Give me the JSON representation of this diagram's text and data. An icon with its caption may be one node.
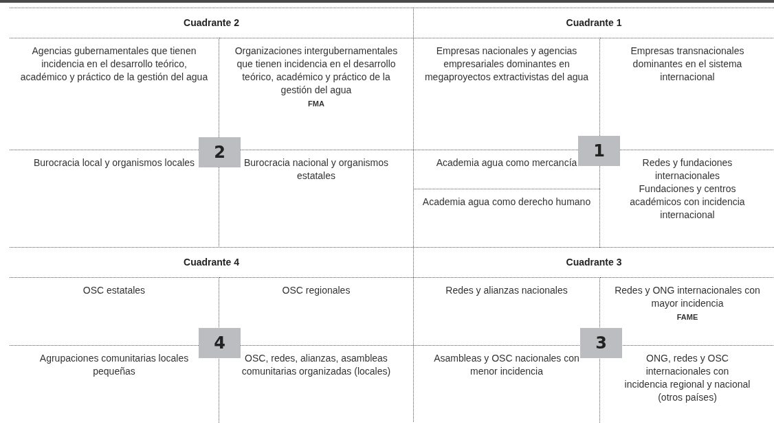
{
  "diagram": {
    "nodes": [
      {
        "text": [
          "Cuadrante 2"
        ]
      },
      {
        "text": [
          "Agencias gubernamentales que tienen incidencia en el desarrollo teórico, académico y práctico de la gestión del agua"
        ],
        "in": 0
      },
      {
        "text": [
          "Organizaciones intergubernamentales que tienen incidencia en el desarrollo teórico, académico y práctico de la gestión del agua",
          "FMA"
        ],
        "in": 0
      },
      {
        "text": [
          "2"
        ],
        "in": 0
      },
      {
        "text": [
          "Burocracia local y organismos locales"
        ],
        "in": 0
      },
      {
        "text": [
          "Burocracia nacional y organismos estatales"
        ],
        "in": 0
      },
      {
        "text": [
          "Cuadrante 1"
        ]
      },
      {
        "text": [
          "Empresas nacionales y agencias empresariales dominantes en megaproyectos extractivistas del agua"
        ],
        "in": 6
      },
      {
        "text": [
          "Empresas transnacionales dominantes en el sistema internacional"
        ],
        "in": 6
      },
      {
        "text": [
          "1"
        ],
        "in": 6
      },
      {
        "text": [
          "Academia agua como mercancía"
        ],
        "in": 6
      },
      {
        "text": [
          "Academia agua como derecho humano"
        ],
        "in": 6
      },
      {
        "text": [
          "Redes y fundaciones internacionales",
          "Fundaciones y centros académicos con incidencia internacional"
        ],
        "in": 6
      },
      {
        "text": [
          "Cuadrante 4"
        ]
      },
      {
        "text": [
          "OSC estatales"
        ],
        "in": 13
      },
      {
        "text": [
          "OSC regionales"
        ],
        "in": 13
      },
      {
        "text": [
          "4"
        ],
        "in": 13
      },
      {
        "text": [
          "Agrupaciones comunitarias locales pequeñas"
        ],
        "in": 13
      },
      {
        "text": [
          "OSC, redes, alianzas, asambleas comunitarias organizadas (locales)"
        ],
        "in": 13
      },
      {
        "text": [
          "Cuadrante 3"
        ]
      },
      {
        "text": [
          "Redes y alianzas nacionales"
        ],
        "in": 19
      },
      {
        "text": [
          "Redes y ONG internacionales con mayor incidencia",
          "FAME"
        ],
        "in": 19
      },
      {
        "text": [
          "3"
        ],
        "in": 19
      },
      {
        "text": [
          "Asambleas y OSC nacionales con menor incidencia"
        ],
        "in": 19
      },
      {
        "text": [
          "ONG, redes y OSC internacionales con incidencia regional y nacional (otros países)"
        ],
        "in": 19
      }
    ]
  }
}
